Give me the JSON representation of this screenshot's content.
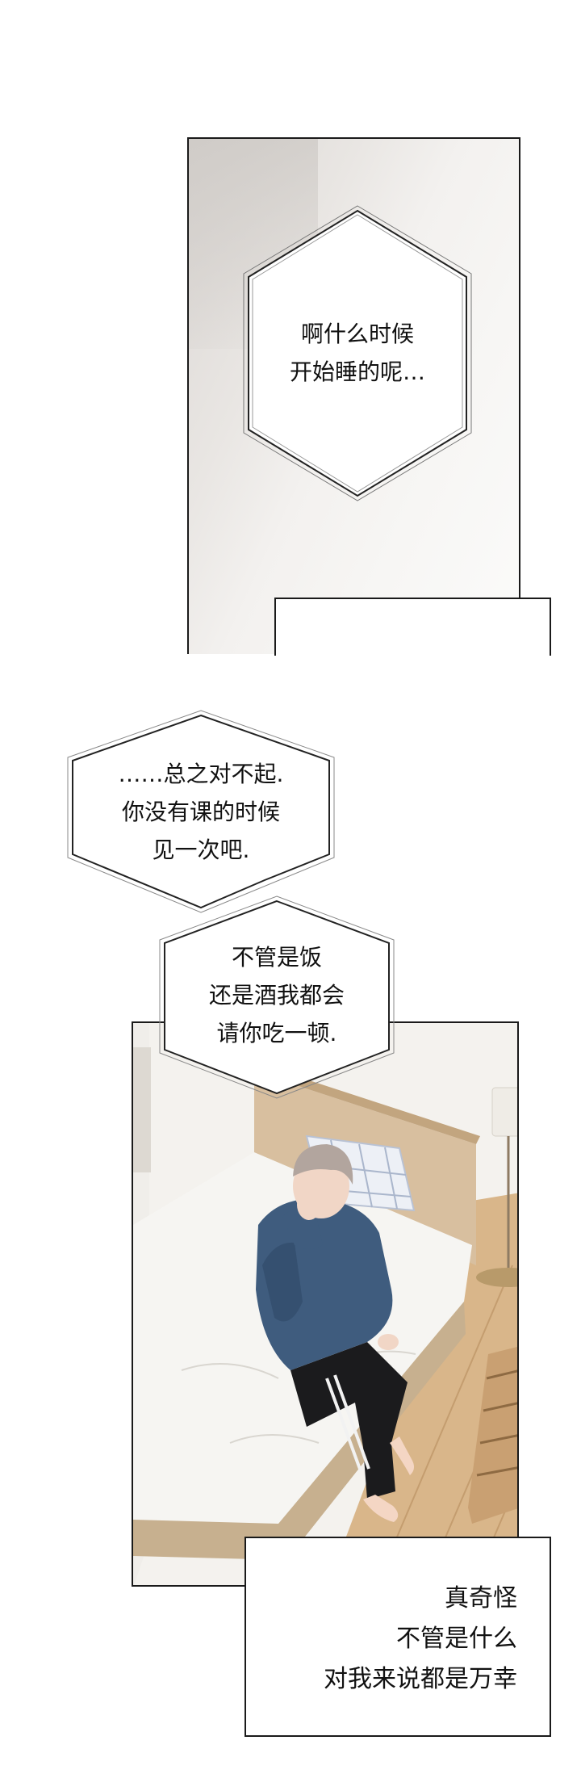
{
  "bubbles": {
    "b1": {
      "lines": [
        "啊什么时候",
        "开始睡的呢…"
      ]
    },
    "b2": {
      "lines": [
        "……总之对不起.",
        "你没有课的时候",
        "见一次吧."
      ]
    },
    "b3": {
      "lines": [
        "不管是饭",
        "还是酒我都会",
        "请你吃一顿."
      ]
    }
  },
  "caption": {
    "lines": [
      "真奇怪",
      "不管是什么",
      "对我来说都是万幸"
    ]
  },
  "colors": {
    "ink": "#111111",
    "sheet": "#f6f5f2",
    "floor": "#d9b68a",
    "headboard": "#d8bf9f",
    "hoodie": "#3f5c7e",
    "pants": "#1b1b1d",
    "hair": "#b2a59e"
  },
  "icons": [
    "hexagon-speech-bubble",
    "sitting-man-figure",
    "pillow",
    "floor-lamp",
    "wooden-bench"
  ]
}
